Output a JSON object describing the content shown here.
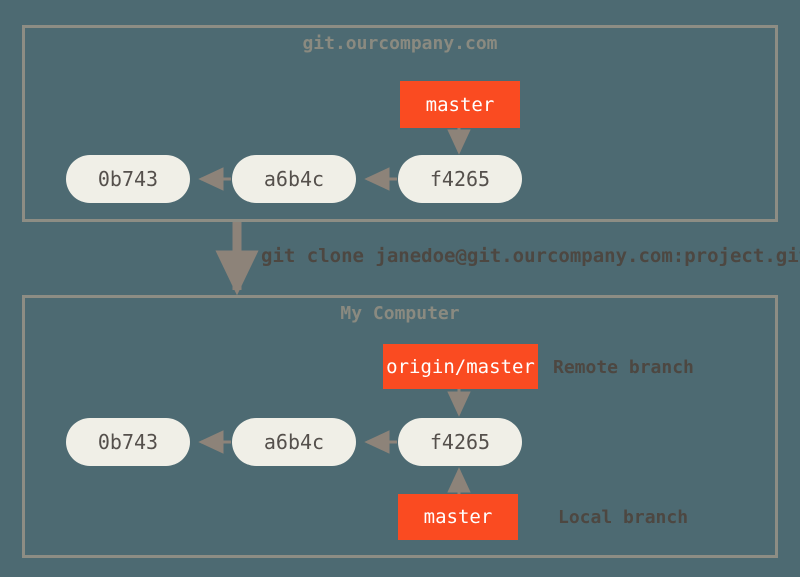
{
  "diagram": {
    "background_color": "#4d6a72",
    "panel_border_color": "#8d8d84",
    "commit_fill_color": "#f0efe7",
    "commit_text_color": "#55504c",
    "branch_fill_color": "#fa4b21",
    "branch_text_color": "#ffffff",
    "arrow_color": "#8d8379",
    "annotation_text_color": "#4d4741",
    "title_text_color": "#8a8a80"
  },
  "remote_panel": {
    "title": "git.ourcompany.com",
    "commits": [
      {
        "id": "0b743",
        "label": "0b743"
      },
      {
        "id": "a6b4c",
        "label": "a6b4c"
      },
      {
        "id": "f4265",
        "label": "f4265"
      }
    ],
    "branches": [
      {
        "id": "master",
        "label": "master"
      }
    ]
  },
  "clone_command": {
    "text": "git clone janedoe@git.ourcompany.com:project.git"
  },
  "local_panel": {
    "title": "My Computer",
    "commits": [
      {
        "id": "0b743",
        "label": "0b743"
      },
      {
        "id": "a6b4c",
        "label": "a6b4c"
      },
      {
        "id": "f4265",
        "label": "f4265"
      }
    ],
    "branches": [
      {
        "id": "origin-master",
        "label": "origin/master",
        "annotation": "Remote branch"
      },
      {
        "id": "master",
        "label": "master",
        "annotation": "Local branch"
      }
    ]
  }
}
